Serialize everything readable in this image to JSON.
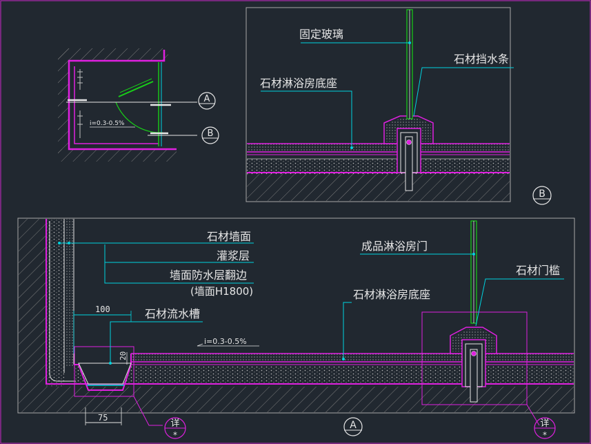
{
  "plan": {
    "slope": "i=0.3-0.5%",
    "marker_a": "A",
    "marker_b": "B"
  },
  "detail_b": {
    "fixed_glass": "固定玻璃",
    "stone_water_strip": "石材挡水条",
    "stone_base": "石材淋浴房底座",
    "marker": "B"
  },
  "detail_a": {
    "stone_wall": "石材墙面",
    "grout_layer": "灌浆层",
    "waterproof_upturn": "墙面防水层翻边",
    "wall_height_note": "(墙面H1800)",
    "finished_door": "成品淋浴房门",
    "stone_threshold": "石材门槛",
    "stone_base": "石材淋浴房底座",
    "stone_gutter": "石材流水槽",
    "dim_100": "100",
    "dim_20": "20",
    "dim_75": "75",
    "slope": "i=0.3-0.5%",
    "marker": "A",
    "detail_mark_left": "详",
    "detail_mark_left_sub": "*",
    "detail_mark_right": "详",
    "detail_mark_right_sub": "*"
  },
  "colors": {
    "background": "#212830",
    "frame": "#a9a9a9",
    "magenta": "#e020e0",
    "cyan": "#00d4e0",
    "green": "#18d018",
    "hatch": "#8a8a8a",
    "text": "#e6e6e6"
  }
}
